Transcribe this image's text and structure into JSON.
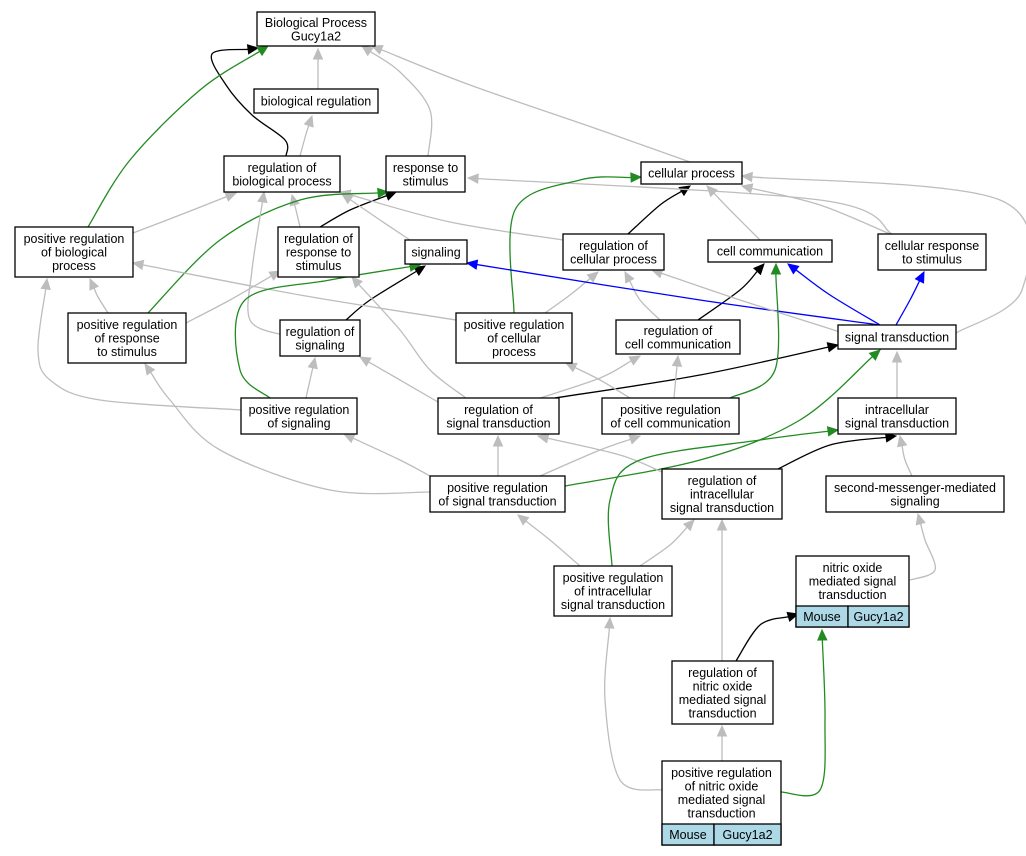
{
  "colors": {
    "is_a": "#bdbdbd",
    "part_of": "#000000",
    "positively_regulates": "#228b22",
    "regulates": "#0000ff",
    "annotation_fill": "#add8e6"
  },
  "nodes": [
    {
      "id": "bp",
      "lines": [
        "Biological Process",
        "Gucy1a2"
      ]
    },
    {
      "id": "biolreg",
      "lines": [
        "biological regulation"
      ]
    },
    {
      "id": "regbp",
      "lines": [
        "regulation of",
        "biological process"
      ]
    },
    {
      "id": "resp",
      "lines": [
        "response to",
        "stimulus"
      ]
    },
    {
      "id": "cellproc",
      "lines": [
        "cellular process"
      ]
    },
    {
      "id": "posregbp",
      "lines": [
        "positive regulation",
        "of biological",
        "process"
      ]
    },
    {
      "id": "regresp",
      "lines": [
        "regulation of",
        "response to",
        "stimulus"
      ]
    },
    {
      "id": "signaling",
      "lines": [
        "signaling"
      ]
    },
    {
      "id": "regcellproc",
      "lines": [
        "regulation of",
        "cellular process"
      ]
    },
    {
      "id": "cellcomm",
      "lines": [
        "cell communication"
      ]
    },
    {
      "id": "cellresp",
      "lines": [
        "cellular response",
        "to stimulus"
      ]
    },
    {
      "id": "posregresp",
      "lines": [
        "positive regulation",
        "of response",
        "to stimulus"
      ]
    },
    {
      "id": "regsig",
      "lines": [
        "regulation of",
        "signaling"
      ]
    },
    {
      "id": "posregcp",
      "lines": [
        "positive regulation",
        "of cellular",
        "process"
      ]
    },
    {
      "id": "regcc",
      "lines": [
        "regulation of",
        "cell communication"
      ]
    },
    {
      "id": "sigtrans",
      "lines": [
        "signal transduction"
      ]
    },
    {
      "id": "posregsig",
      "lines": [
        "positive regulation",
        "of signaling"
      ]
    },
    {
      "id": "regst",
      "lines": [
        "regulation of",
        "signal transduction"
      ]
    },
    {
      "id": "posregcc",
      "lines": [
        "positive regulation",
        "of cell communication"
      ]
    },
    {
      "id": "intrast",
      "lines": [
        "intracellular",
        "signal transduction"
      ]
    },
    {
      "id": "posregst",
      "lines": [
        "positive regulation",
        "of signal transduction"
      ]
    },
    {
      "id": "regintrast",
      "lines": [
        "regulation of",
        "intracellular",
        "signal transduction"
      ]
    },
    {
      "id": "secmsg",
      "lines": [
        "second-messenger-mediated",
        "signaling"
      ]
    },
    {
      "id": "posregintrast",
      "lines": [
        "positive regulation",
        "of intracellular",
        "signal transduction"
      ]
    },
    {
      "id": "no",
      "lines": [
        "nitric oxide",
        "mediated signal",
        "transduction"
      ],
      "tags": [
        "Mouse",
        "Gucy1a2"
      ]
    },
    {
      "id": "regno",
      "lines": [
        "regulation of",
        "nitric oxide",
        "mediated signal",
        "transduction"
      ]
    },
    {
      "id": "posregno",
      "lines": [
        "positive regulation",
        "of nitric oxide",
        "mediated signal",
        "transduction"
      ],
      "tags": [
        "Mouse",
        "Gucy1a2"
      ]
    }
  ],
  "edges": [
    {
      "from": "biolreg",
      "to": "bp",
      "type": "is_a"
    },
    {
      "from": "regbp",
      "to": "biolreg",
      "type": "is_a"
    },
    {
      "from": "regbp",
      "to": "bp",
      "type": "part_of"
    },
    {
      "from": "resp",
      "to": "bp",
      "type": "is_a"
    },
    {
      "from": "cellproc",
      "to": "bp",
      "type": "is_a"
    },
    {
      "from": "posregbp",
      "to": "bp",
      "type": "positively_regulates"
    },
    {
      "from": "posregbp",
      "to": "regbp",
      "type": "is_a"
    },
    {
      "from": "regresp",
      "to": "regbp",
      "type": "is_a"
    },
    {
      "from": "regresp",
      "to": "resp",
      "type": "part_of"
    },
    {
      "from": "signaling",
      "to": "regbp",
      "type": "is_a"
    },
    {
      "from": "regcellproc",
      "to": "regbp",
      "type": "is_a"
    },
    {
      "from": "regcellproc",
      "to": "cellproc",
      "type": "part_of"
    },
    {
      "from": "cellcomm",
      "to": "cellproc",
      "type": "is_a"
    },
    {
      "from": "cellresp",
      "to": "cellproc",
      "type": "is_a"
    },
    {
      "from": "cellresp",
      "to": "resp",
      "type": "is_a"
    },
    {
      "from": "posregresp",
      "to": "posregbp",
      "type": "is_a"
    },
    {
      "from": "posregresp",
      "to": "regresp",
      "type": "is_a"
    },
    {
      "from": "posregresp",
      "to": "resp",
      "type": "positively_regulates"
    },
    {
      "from": "regsig",
      "to": "regbp",
      "type": "is_a"
    },
    {
      "from": "regsig",
      "to": "signaling",
      "type": "part_of"
    },
    {
      "from": "posregcp",
      "to": "posregbp",
      "type": "is_a"
    },
    {
      "from": "posregcp",
      "to": "regcellproc",
      "type": "is_a"
    },
    {
      "from": "posregcp",
      "to": "cellproc",
      "type": "positively_regulates"
    },
    {
      "from": "regcc",
      "to": "regcellproc",
      "type": "is_a"
    },
    {
      "from": "regcc",
      "to": "cellcomm",
      "type": "part_of"
    },
    {
      "from": "sigtrans",
      "to": "signaling",
      "type": "regulates"
    },
    {
      "from": "sigtrans",
      "to": "cellcomm",
      "type": "regulates"
    },
    {
      "from": "sigtrans",
      "to": "cellresp",
      "type": "regulates"
    },
    {
      "from": "sigtrans",
      "to": "regcellproc",
      "type": "is_a"
    },
    {
      "from": "sigtrans",
      "to": "cellproc",
      "type": "is_a"
    },
    {
      "from": "posregsig",
      "to": "regsig",
      "type": "is_a"
    },
    {
      "from": "posregsig",
      "to": "posregbp",
      "type": "is_a"
    },
    {
      "from": "posregsig",
      "to": "signaling",
      "type": "positively_regulates"
    },
    {
      "from": "regst",
      "to": "regsig",
      "type": "is_a"
    },
    {
      "from": "regst",
      "to": "regcc",
      "type": "is_a"
    },
    {
      "from": "regst",
      "to": "regresp",
      "type": "is_a"
    },
    {
      "from": "regst",
      "to": "sigtrans",
      "type": "part_of"
    },
    {
      "from": "posregcc",
      "to": "regcc",
      "type": "is_a"
    },
    {
      "from": "posregcc",
      "to": "posregcp",
      "type": "is_a"
    },
    {
      "from": "posregcc",
      "to": "cellcomm",
      "type": "positively_regulates"
    },
    {
      "from": "intrast",
      "to": "sigtrans",
      "type": "is_a"
    },
    {
      "from": "posregst",
      "to": "regst",
      "type": "is_a"
    },
    {
      "from": "posregst",
      "to": "posregsig",
      "type": "is_a"
    },
    {
      "from": "posregst",
      "to": "posregcc",
      "type": "is_a"
    },
    {
      "from": "posregst",
      "to": "posregresp",
      "type": "is_a"
    },
    {
      "from": "posregst",
      "to": "sigtrans",
      "type": "positively_regulates"
    },
    {
      "from": "regintrast",
      "to": "regst",
      "type": "is_a"
    },
    {
      "from": "regintrast",
      "to": "intrast",
      "type": "part_of"
    },
    {
      "from": "secmsg",
      "to": "intrast",
      "type": "is_a"
    },
    {
      "from": "posregintrast",
      "to": "posregst",
      "type": "is_a"
    },
    {
      "from": "posregintrast",
      "to": "regintrast",
      "type": "is_a"
    },
    {
      "from": "posregintrast",
      "to": "intrast",
      "type": "positively_regulates"
    },
    {
      "from": "no",
      "to": "secmsg",
      "type": "is_a"
    },
    {
      "from": "regno",
      "to": "regintrast",
      "type": "is_a"
    },
    {
      "from": "regno",
      "to": "no",
      "type": "part_of"
    },
    {
      "from": "posregno",
      "to": "regno",
      "type": "is_a"
    },
    {
      "from": "posregno",
      "to": "posregintrast",
      "type": "is_a"
    },
    {
      "from": "posregno",
      "to": "no",
      "type": "positively_regulates"
    }
  ]
}
